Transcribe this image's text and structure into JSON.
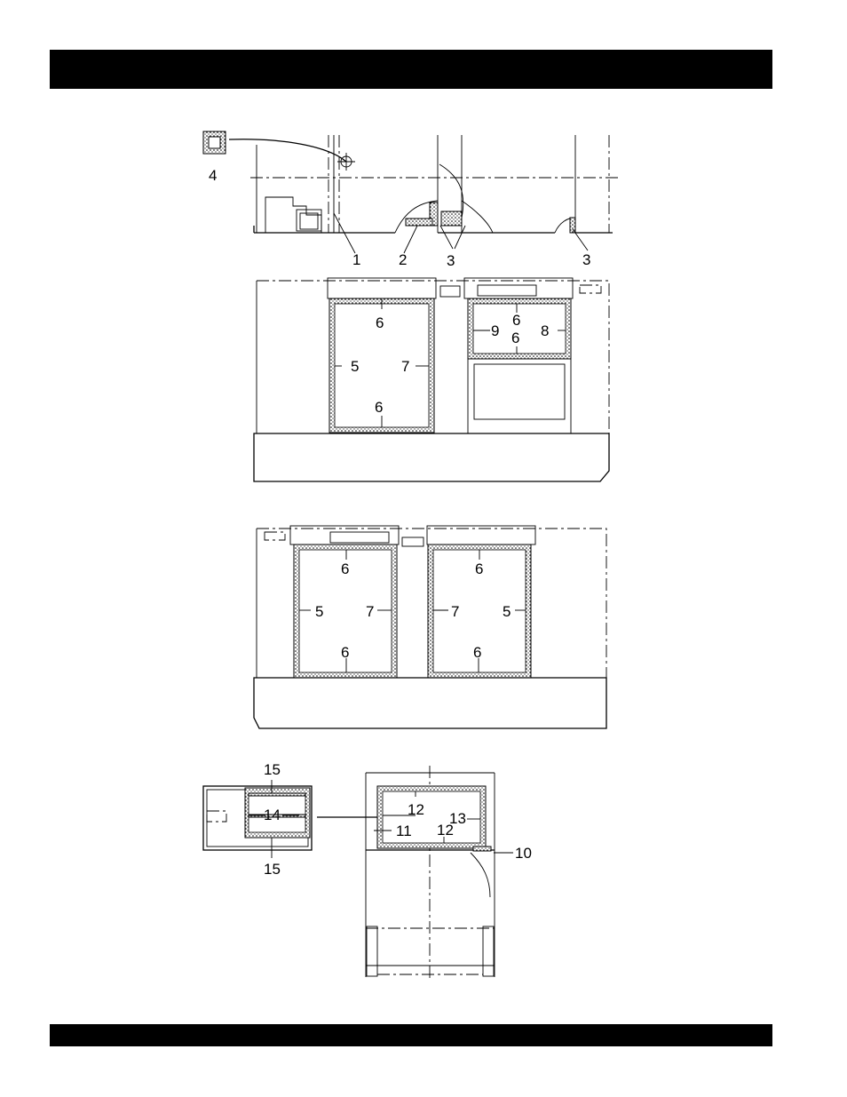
{
  "header_bar": "",
  "footer_bar": "",
  "callouts": {
    "c1": "1",
    "c2": "2",
    "c3a": "3",
    "c3b": "3",
    "c4": "4",
    "v1_6_top": "6",
    "v1_6_bot": "6",
    "v1_5": "5",
    "v1_7": "7",
    "v1_6_r_top": "6",
    "v1_6_r_mid": "6",
    "v1_9": "9",
    "v1_8": "8",
    "v2_6_lt": "6",
    "v2_5_l": "5",
    "v2_7_l": "7",
    "v2_6_lb": "6",
    "v2_6_rt": "6",
    "v2_7_r": "7",
    "v2_5_r": "5",
    "v2_6_rb": "6",
    "v3_15_top": "15",
    "v3_14": "14",
    "v3_15_bot": "15",
    "v3_12_top": "12",
    "v3_13": "13",
    "v3_11": "11",
    "v3_12_bot": "12",
    "v3_10": "10"
  }
}
